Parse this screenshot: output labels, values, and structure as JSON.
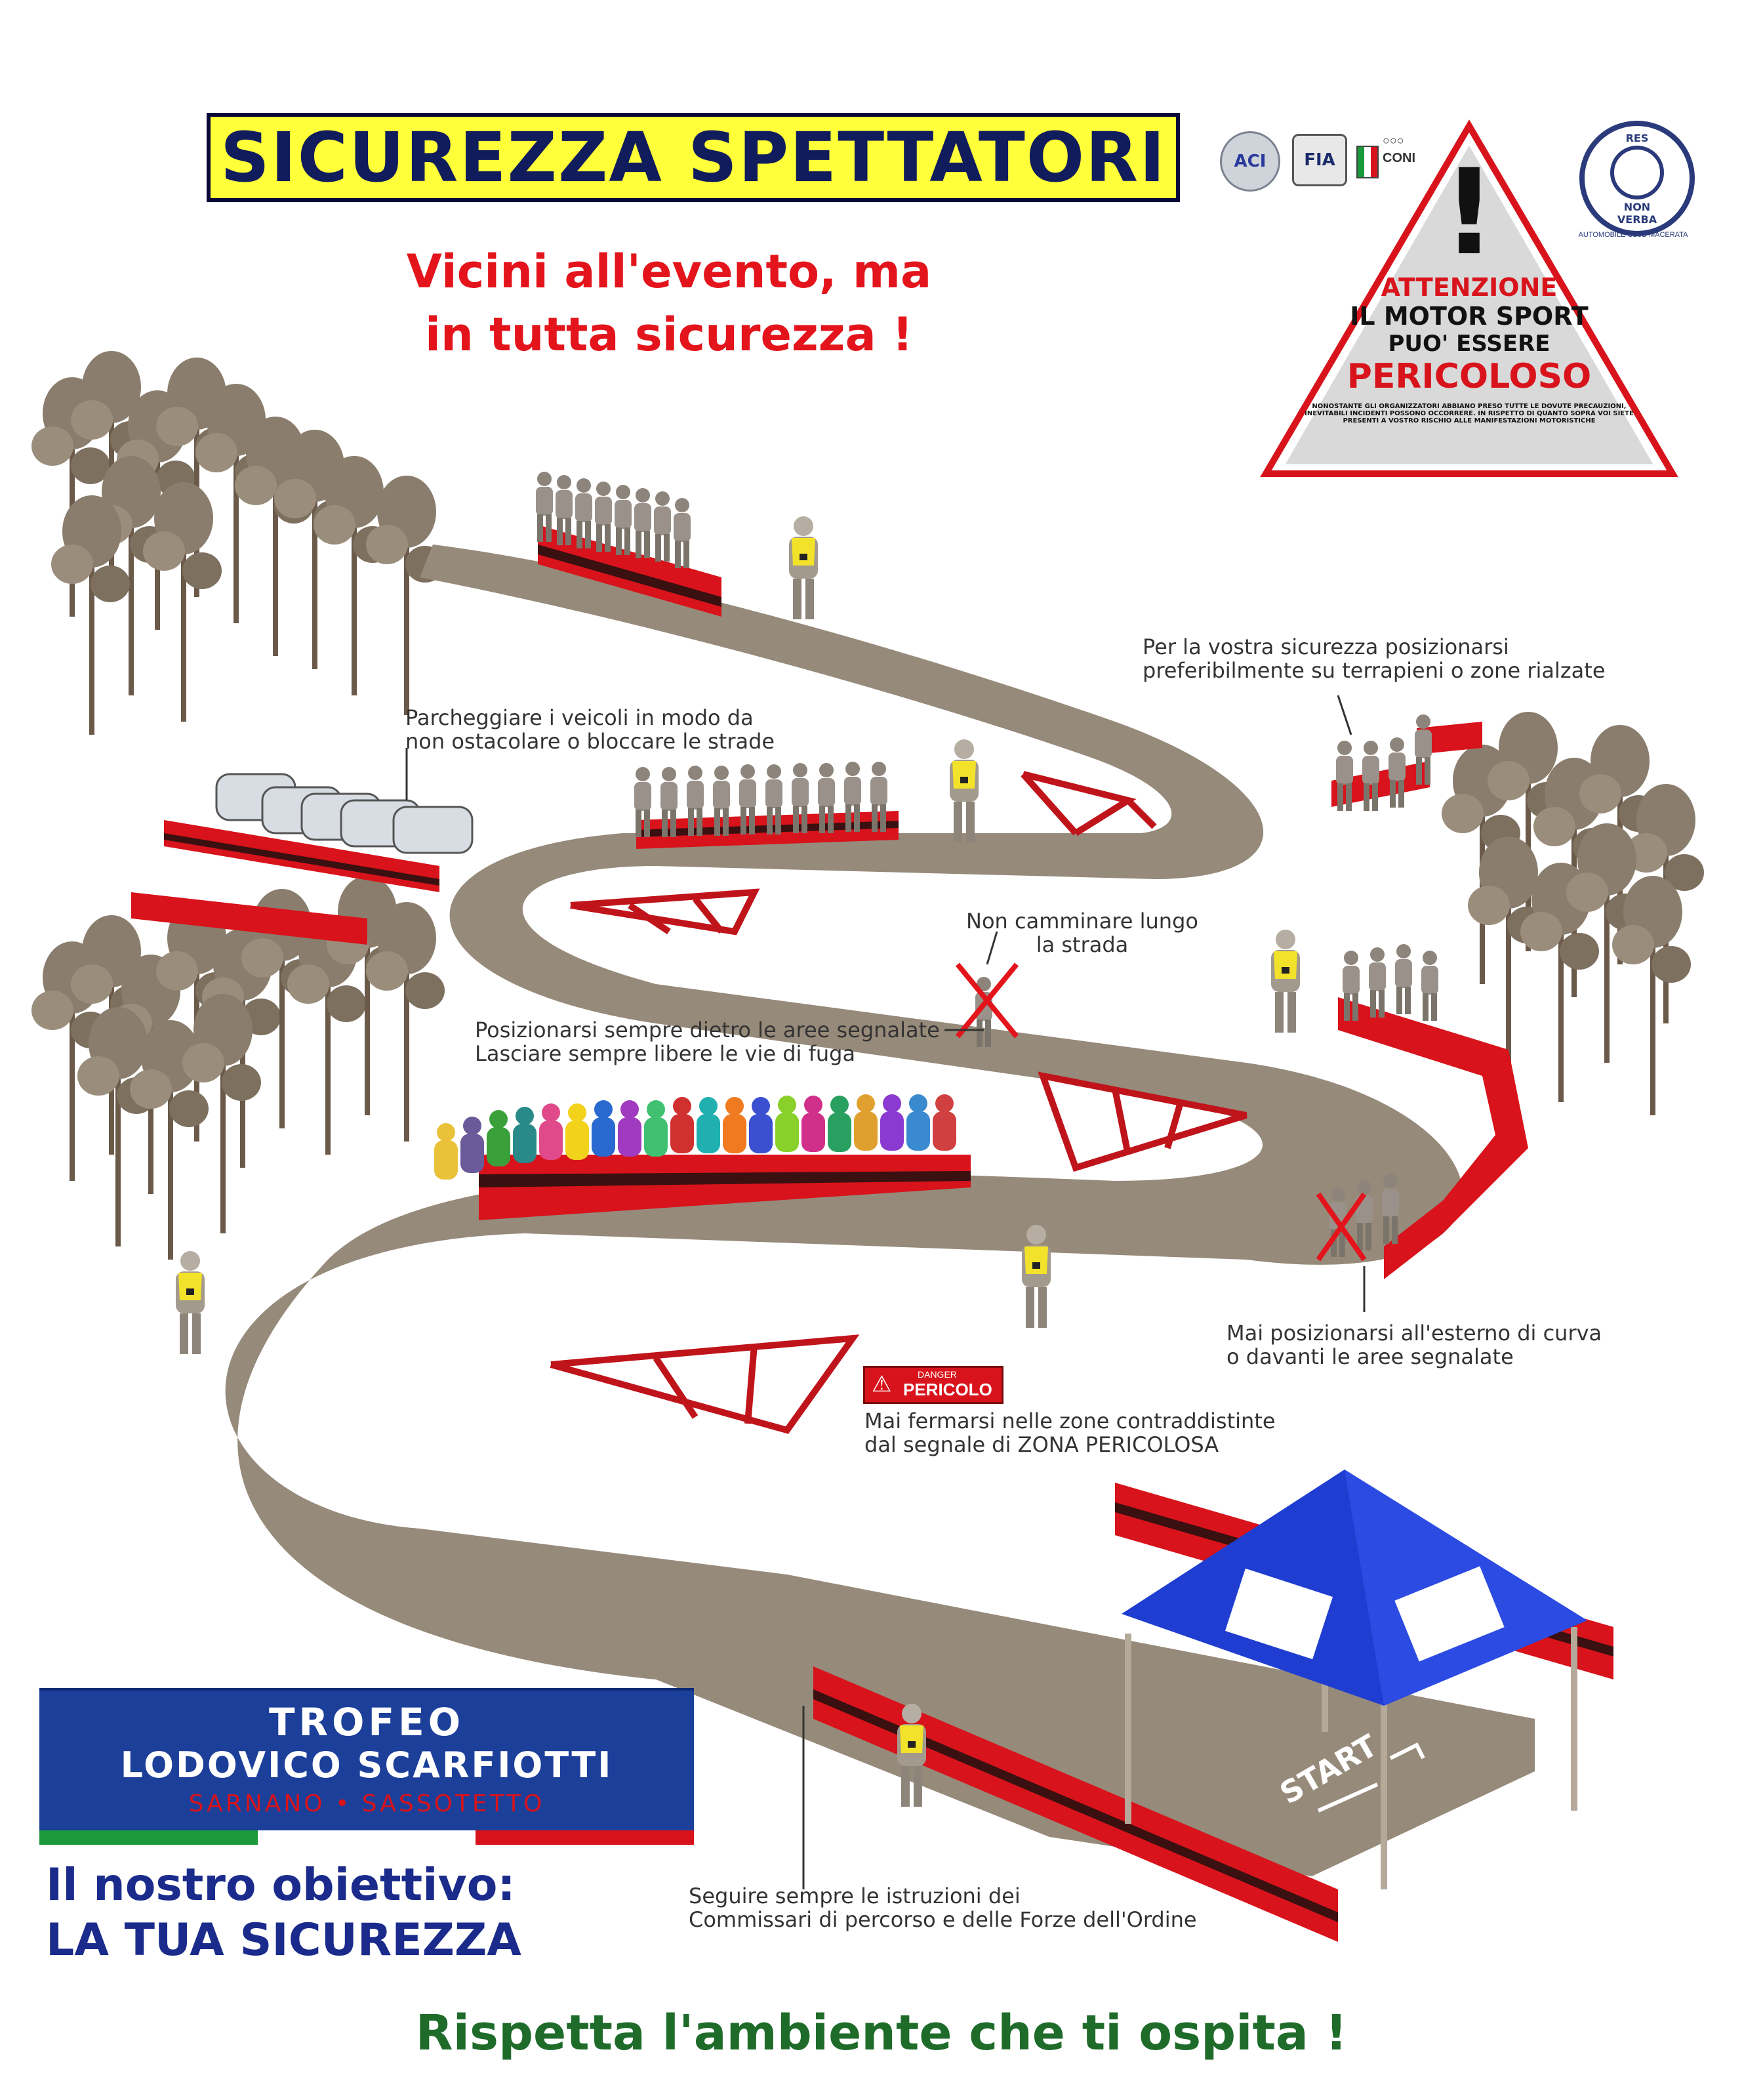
{
  "header": {
    "title": "SICUREZZA SPETTATORI",
    "subtitle_line1": "Vicini all'evento, ma",
    "subtitle_line2": "in tutta sicurezza !"
  },
  "logos": {
    "aci": "ACI",
    "fia": "FIA",
    "coni": "CONI",
    "club_top": "RES",
    "club_mid": "NON",
    "club_bottom": "VERBA",
    "club_ring": "AUTOMOBILE CLUB MACERATA"
  },
  "warning_sign": {
    "mark": "!",
    "line1": "ATTENZIONE",
    "line2": "IL MOTOR SPORT",
    "line3": "PUO' ESSERE",
    "line4": "PERICOLOSO",
    "small1": "NONOSTANTE GLI ORGANIZZATORI ABBIANO PRESO TUTTE LE DOVUTE PRECAUZIONI,",
    "small2": "INEVITABILI INCIDENTI POSSONO OCCORRERE. IN RISPETTO DI QUANTO SOPRA VOI SIETE",
    "small3": "PRESENTI A VOSTRO RISCHIO ALLE MANIFESTAZIONI MOTORISTICHE"
  },
  "notes": {
    "raised": [
      "Per la vostra sicurezza posizionarsi",
      "preferibilmente su terrapieni o zone rialzate"
    ],
    "parking": [
      "Parcheggiare i veicoli in modo da",
      "non ostacolare o bloccare le strade"
    ],
    "walk": [
      "Non camminare lungo",
      "la strada"
    ],
    "behind": [
      "Posizionarsi sempre dietro le aree segnalate",
      "Lasciare sempre libere le vie di fuga"
    ],
    "outside": [
      "Mai posizionarsi all'esterno di curva",
      "o davanti le aree segnalate"
    ],
    "danger_zone": [
      "Mai fermarsi nelle zone contraddistinte",
      "dal segnale di ZONA PERICOLOSA"
    ],
    "marshals": [
      "Seguire sempre le istruzioni dei",
      "Commissari di percorso e delle Forze dell'Ordine"
    ]
  },
  "danger_sign": {
    "top": "DANGER",
    "label": "PERICOLO"
  },
  "start_label": "START",
  "trofeo": {
    "line1": "TROFEO",
    "line2": "LODOVICO SCARFIOTTI",
    "line3": "SARNANO • SASSOTETTO"
  },
  "objective": {
    "line1": "Il nostro obiettivo:",
    "line2": "LA TUA SICUREZZA"
  },
  "footer": "Rispetta l'ambiente che ti ospita !",
  "colors": {
    "road": "#968a7a",
    "barrier_red": "#d8131b",
    "barrier_dark": "#3a1010",
    "tent_blue": "#1f3ed1",
    "title_bg": "#ffff3a",
    "title_text": "#101c5c",
    "subtitle": "#e3141b",
    "footer": "#1e6b2a",
    "objective": "#1a2b8c",
    "trofeo_bg": "#1c3f9a"
  }
}
